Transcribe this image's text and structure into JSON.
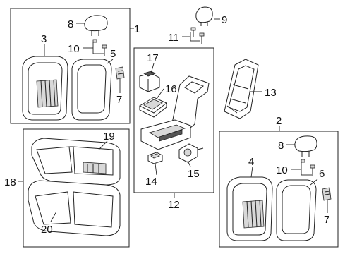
{
  "callouts": {
    "c1": "1",
    "c2": "2",
    "c3": "3",
    "c4": "4",
    "c5": "5",
    "c6": "6",
    "c7a": "7",
    "c7b": "7",
    "c8a": "8",
    "c8b": "8",
    "c9": "9",
    "c10a": "10",
    "c10b": "10",
    "c11": "11",
    "c12": "12",
    "c13": "13",
    "c14": "14",
    "c15": "15",
    "c16": "16",
    "c17": "17",
    "c18": "18",
    "c19": "19",
    "c20": "20"
  },
  "colors": {
    "line": "#222222",
    "background": "#ffffff",
    "shade": "#d8d8d8"
  }
}
